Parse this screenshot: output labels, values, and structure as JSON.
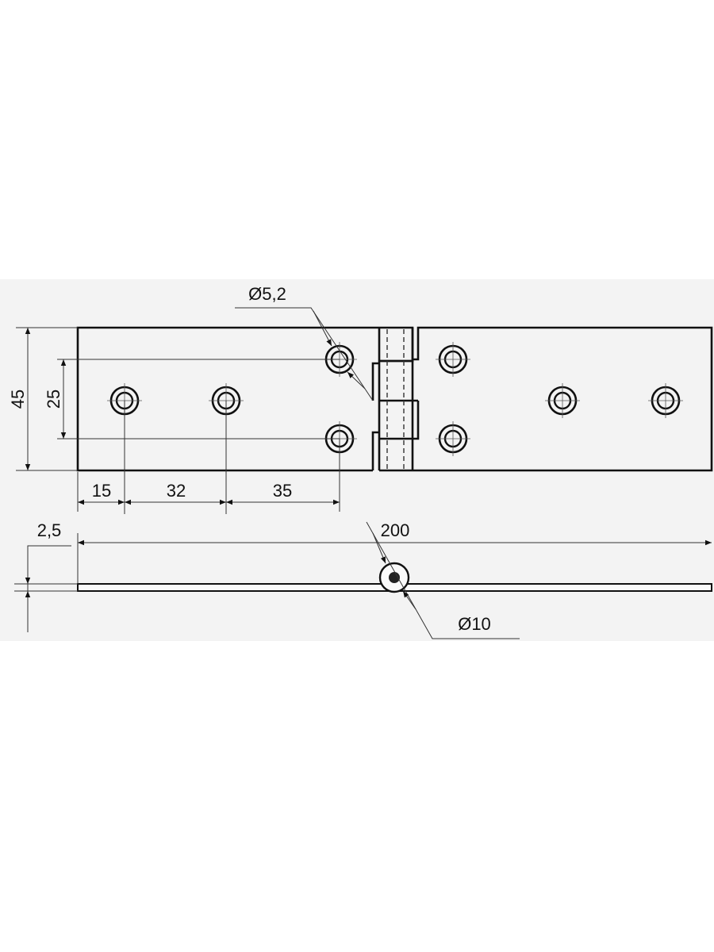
{
  "title": "Hinge technical drawing",
  "dimensions": {
    "height_total": "45",
    "hole_spacing_vertical": "25",
    "edge_to_first_hole": "15",
    "hole_pitch_1": "32",
    "hole_pitch_2": "35",
    "hole_diameter": "Ø5,2",
    "total_length": "200",
    "thickness": "2,5",
    "knuckle_diameter": "Ø10"
  },
  "colors": {
    "line": "#111111",
    "background_band": "#f3f3f3"
  }
}
